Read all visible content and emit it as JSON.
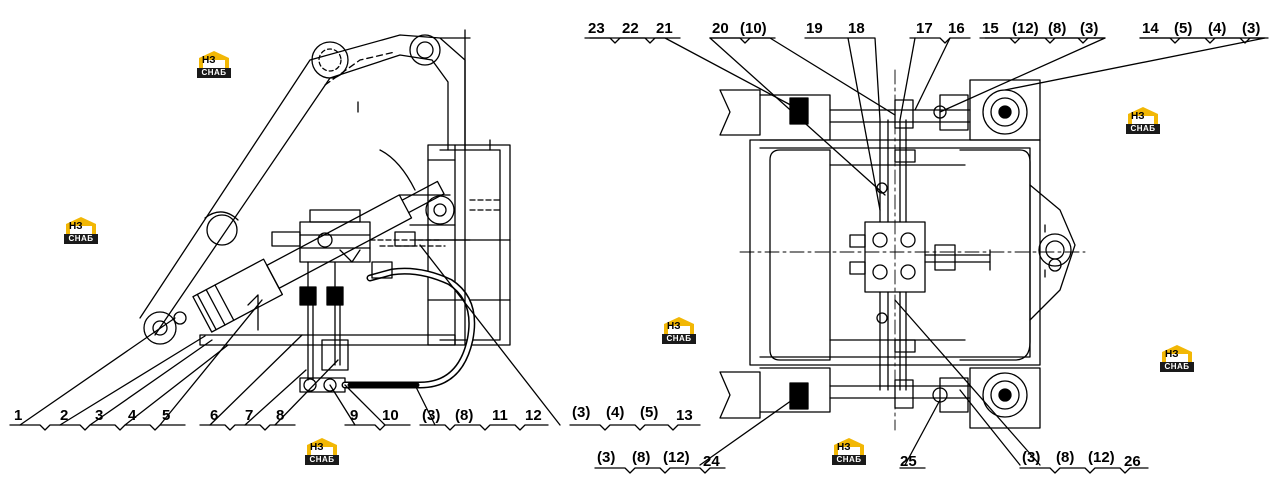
{
  "callouts_left_bottom": [
    "1",
    "2",
    "3",
    "4",
    "5",
    "6",
    "7",
    "8",
    "9",
    "10",
    "(3)",
    "(8)",
    "11",
    "12",
    "(3)",
    "(4)",
    "(5)",
    "13"
  ],
  "callouts_right_top": [
    "23",
    "22",
    "21",
    "20",
    "(10)",
    "19",
    "18",
    "17",
    "16",
    "15",
    "(12)",
    "(8)",
    "(3)",
    "14",
    "(5)",
    "(4)",
    "(3)"
  ],
  "callouts_right_bottom": [
    "(3)",
    "(8)",
    "(12)",
    "24",
    "25",
    "(3)",
    "(8)",
    "(12)",
    "26"
  ],
  "watermark": {
    "letters": "НЗ",
    "word": "СНАБ",
    "accent": "#f2b705"
  },
  "colors": {
    "line": "#000000",
    "background": "#ffffff"
  }
}
